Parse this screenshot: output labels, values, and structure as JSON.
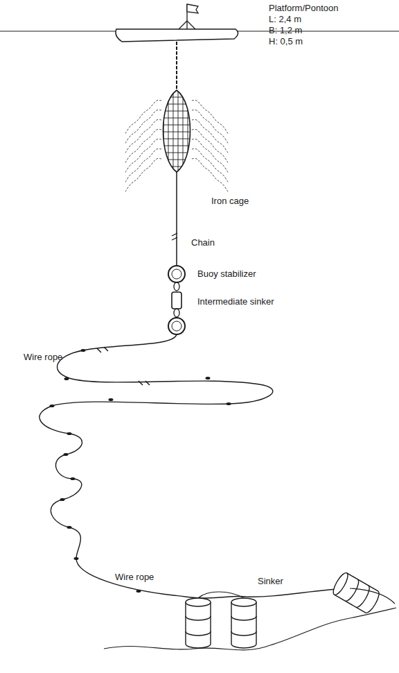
{
  "diagram": {
    "labels": [
      "Platform/Pontoon",
      "L: 2,4 m",
      "B: 1,2 m",
      "H: 0,5 m",
      "Iron cage",
      "Chain",
      "Buoy stabilizer",
      "Intermediate sinker",
      "Wire rope",
      "Wire rope",
      "Sinker"
    ]
  }
}
